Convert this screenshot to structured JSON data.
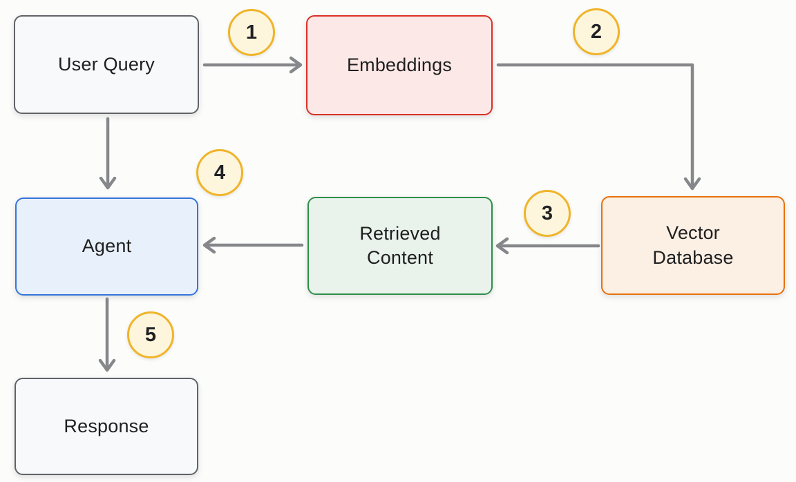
{
  "diagram": {
    "nodes": [
      {
        "id": "user-query",
        "label": "User Query",
        "fill": "#f8f9fa",
        "border": "#5f6368"
      },
      {
        "id": "embeddings",
        "label": "Embeddings",
        "fill": "#fce8e6",
        "border": "#d93025"
      },
      {
        "id": "vector-database",
        "label": "Vector\nDatabase",
        "fill": "#fcefe4",
        "border": "#e8710a"
      },
      {
        "id": "retrieved-content",
        "label": "Retrieved\nContent",
        "fill": "#e9f3ec",
        "border": "#2d8e47"
      },
      {
        "id": "agent",
        "label": "Agent",
        "fill": "#e8f0fb",
        "border": "#3574d9"
      },
      {
        "id": "response",
        "label": "Response",
        "fill": "#f8f9fa",
        "border": "#5f6368"
      }
    ],
    "steps": [
      {
        "number": "1",
        "from": "user-query",
        "to": "embeddings"
      },
      {
        "number": "2",
        "from": "embeddings",
        "to": "vector-database"
      },
      {
        "number": "3",
        "from": "vector-database",
        "to": "retrieved-content"
      },
      {
        "number": "4",
        "from": "user-query",
        "to": "agent"
      },
      {
        "number": "5",
        "from": "agent",
        "to": "response"
      }
    ],
    "colors": {
      "step_badge_fill": "#fdf6dc",
      "step_badge_border": "#f0b429",
      "arrow": "#85878a",
      "background": "#fcfcfb",
      "text": "#1f1f1f"
    }
  }
}
